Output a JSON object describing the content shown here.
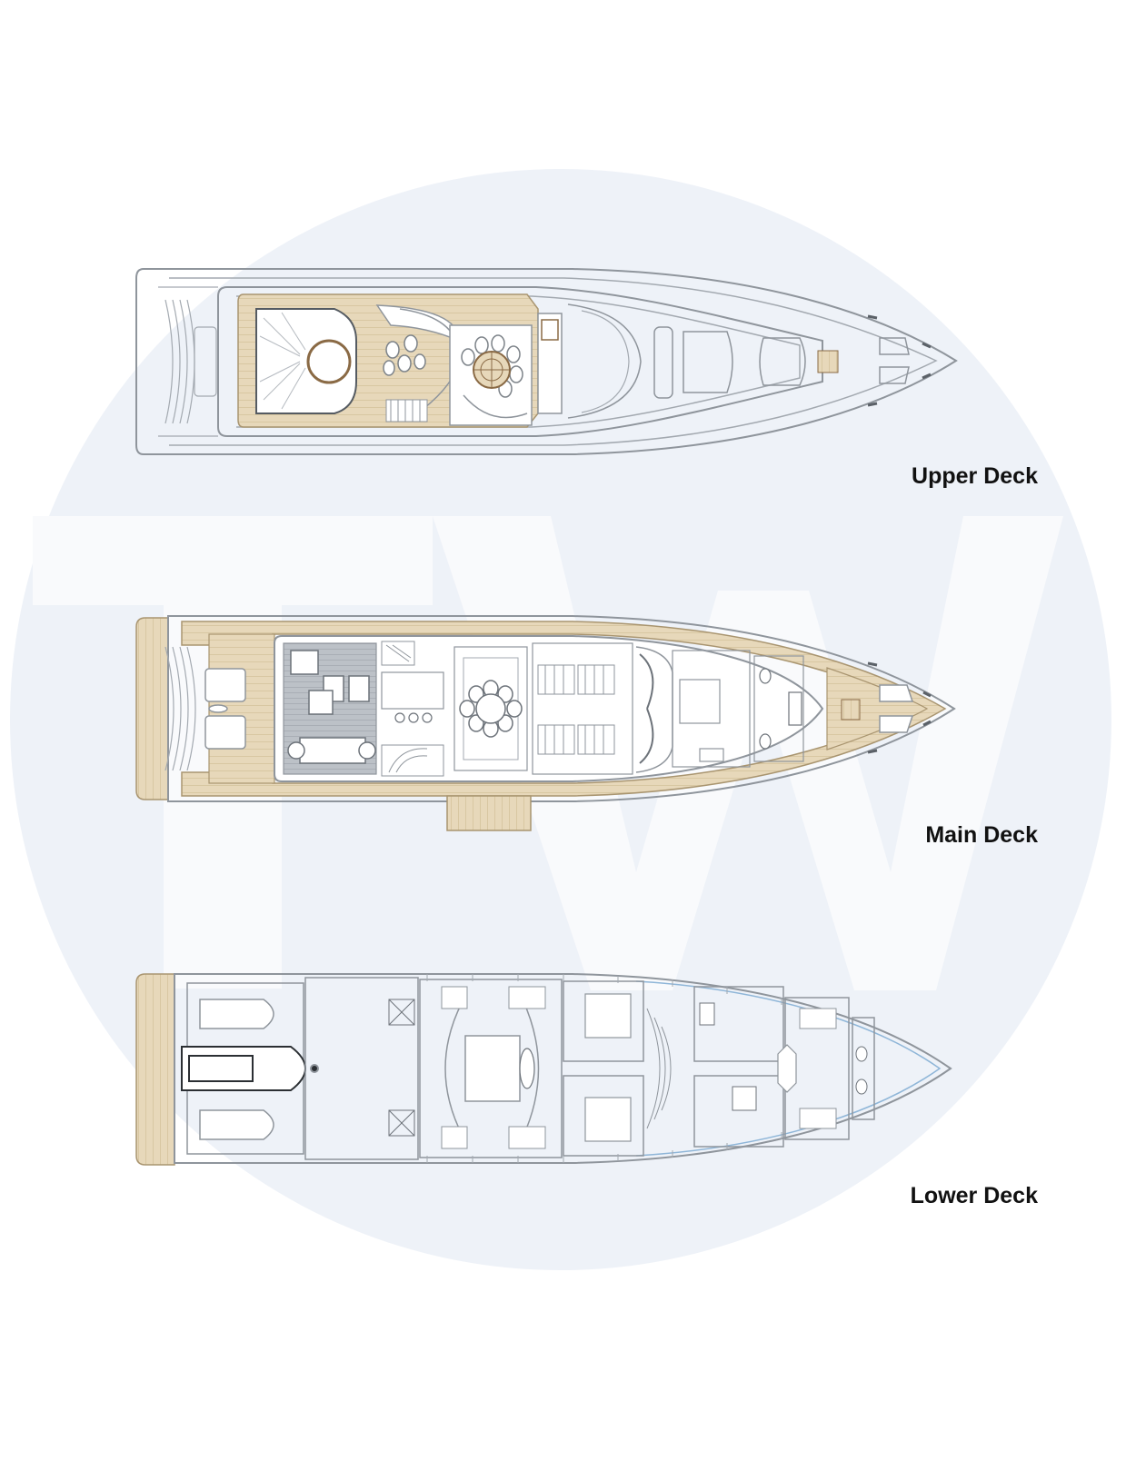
{
  "watermark": {
    "text": "TW",
    "circle_color": "#eef2f8",
    "letter_color": "#f8f9fc"
  },
  "colors": {
    "hull_line": "#8f959c",
    "detail_line": "#a3a9b0",
    "teak": "#e7d8ba",
    "teak_line": "#c7b48c",
    "lounge_floor": "#b9bec4",
    "water_line": "#8fb6d8"
  },
  "decks": {
    "upper": {
      "label": "Upper Deck"
    },
    "main": {
      "label": "Main Deck"
    },
    "lower": {
      "label": "Lower Deck"
    }
  }
}
